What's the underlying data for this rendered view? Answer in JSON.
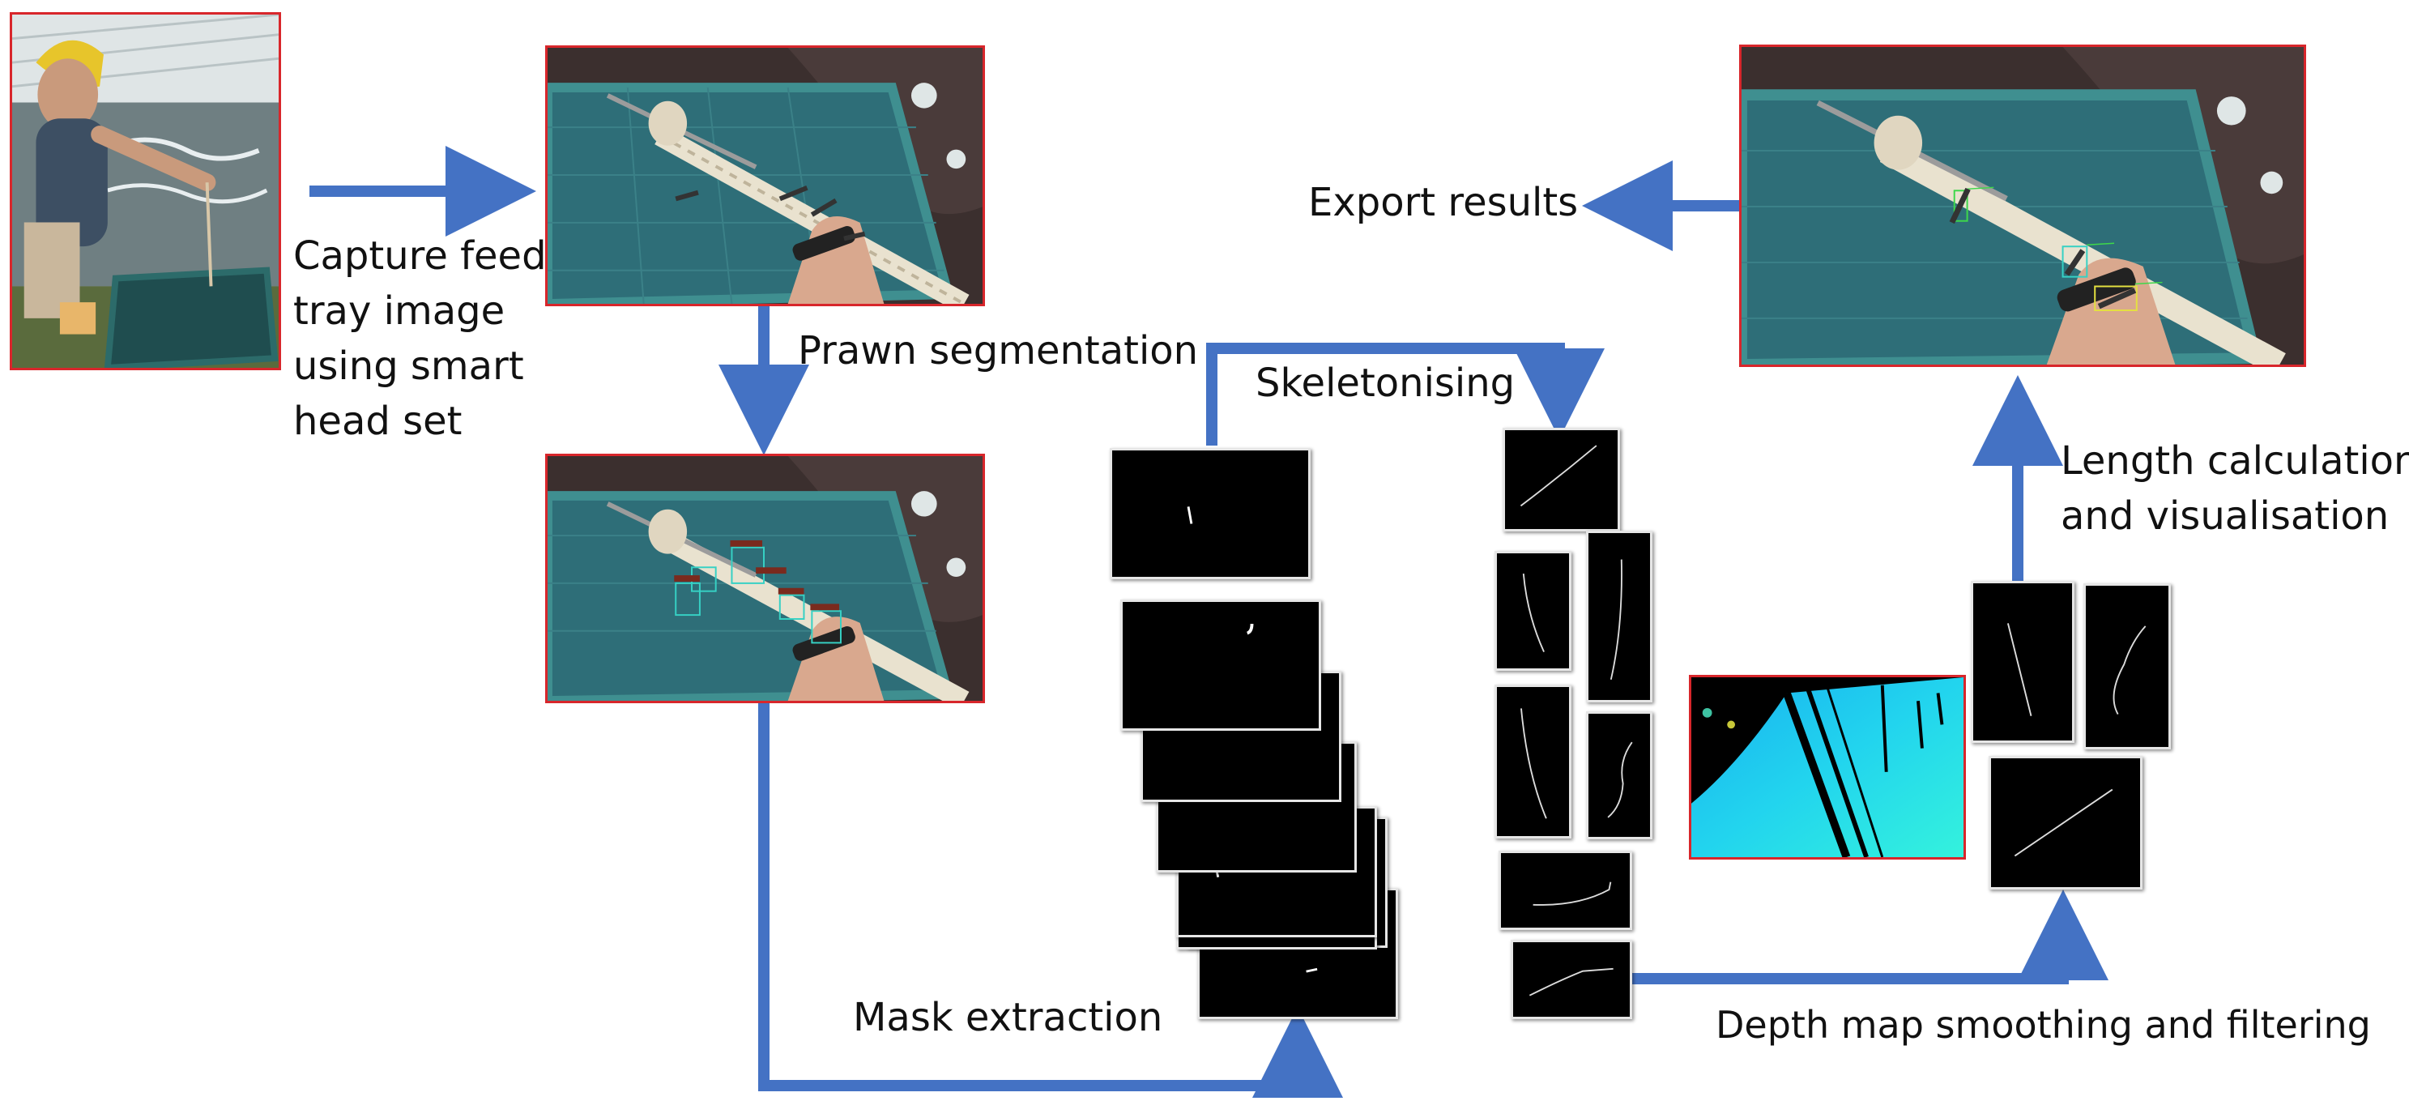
{
  "labels": {
    "capture": "Capture feed\ntray image\nusing smart\nhead set",
    "segmentation": "Prawn segmentation",
    "skeletonising": "Skeletonising",
    "mask_extraction": "Mask extraction",
    "depth": "Depth map smoothing and filtering",
    "length": "Length calculation\nand visualisation",
    "export": "Export results"
  },
  "colors": {
    "arrow": "#4472c4",
    "photo_border": "#d8262b",
    "pool_water": "#2e6e78",
    "net": "#3f8f90"
  }
}
